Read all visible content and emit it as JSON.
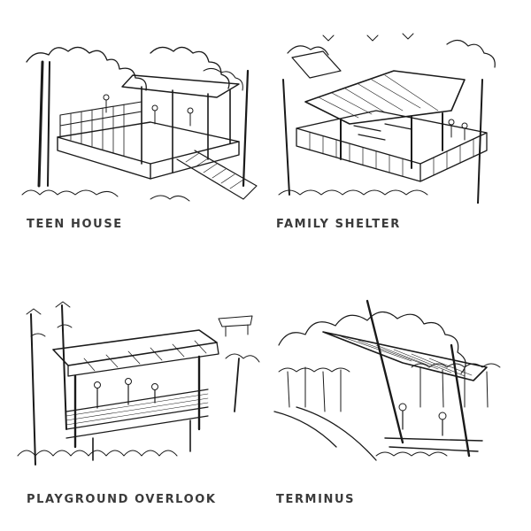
{
  "panels": [
    {
      "caption": "TEEN HOUSE"
    },
    {
      "caption": "FAMILY SHELTER"
    },
    {
      "caption": "PLAYGROUND OVERLOOK"
    },
    {
      "caption": "TERMINUS"
    }
  ]
}
